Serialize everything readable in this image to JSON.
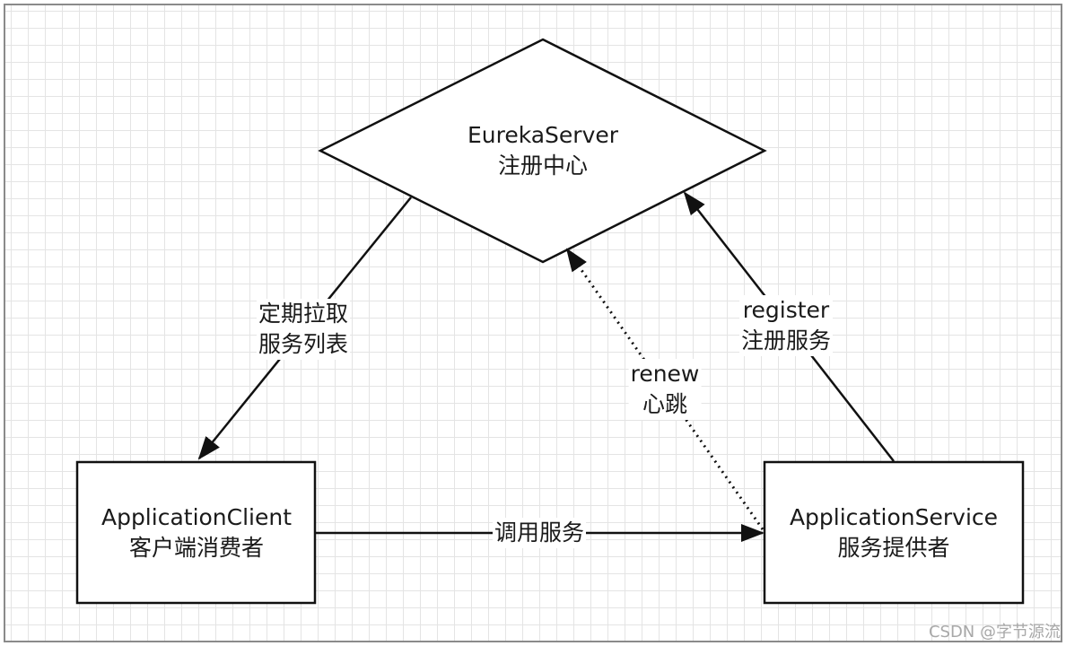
{
  "nodes": {
    "server": {
      "title": "EurekaServer",
      "subtitle": "注册中心"
    },
    "client": {
      "title": "ApplicationClient",
      "subtitle": "客户端消费者"
    },
    "service": {
      "title": "ApplicationService",
      "subtitle": "服务提供者"
    }
  },
  "edges": {
    "fetch": {
      "line1": "定期拉取",
      "line2": "服务列表"
    },
    "register": {
      "line1": "register",
      "line2": "注册服务"
    },
    "renew": {
      "line1": "renew",
      "line2": "心跳"
    },
    "invoke": {
      "line1": "调用服务"
    }
  },
  "watermark": "CSDN @字节源流"
}
